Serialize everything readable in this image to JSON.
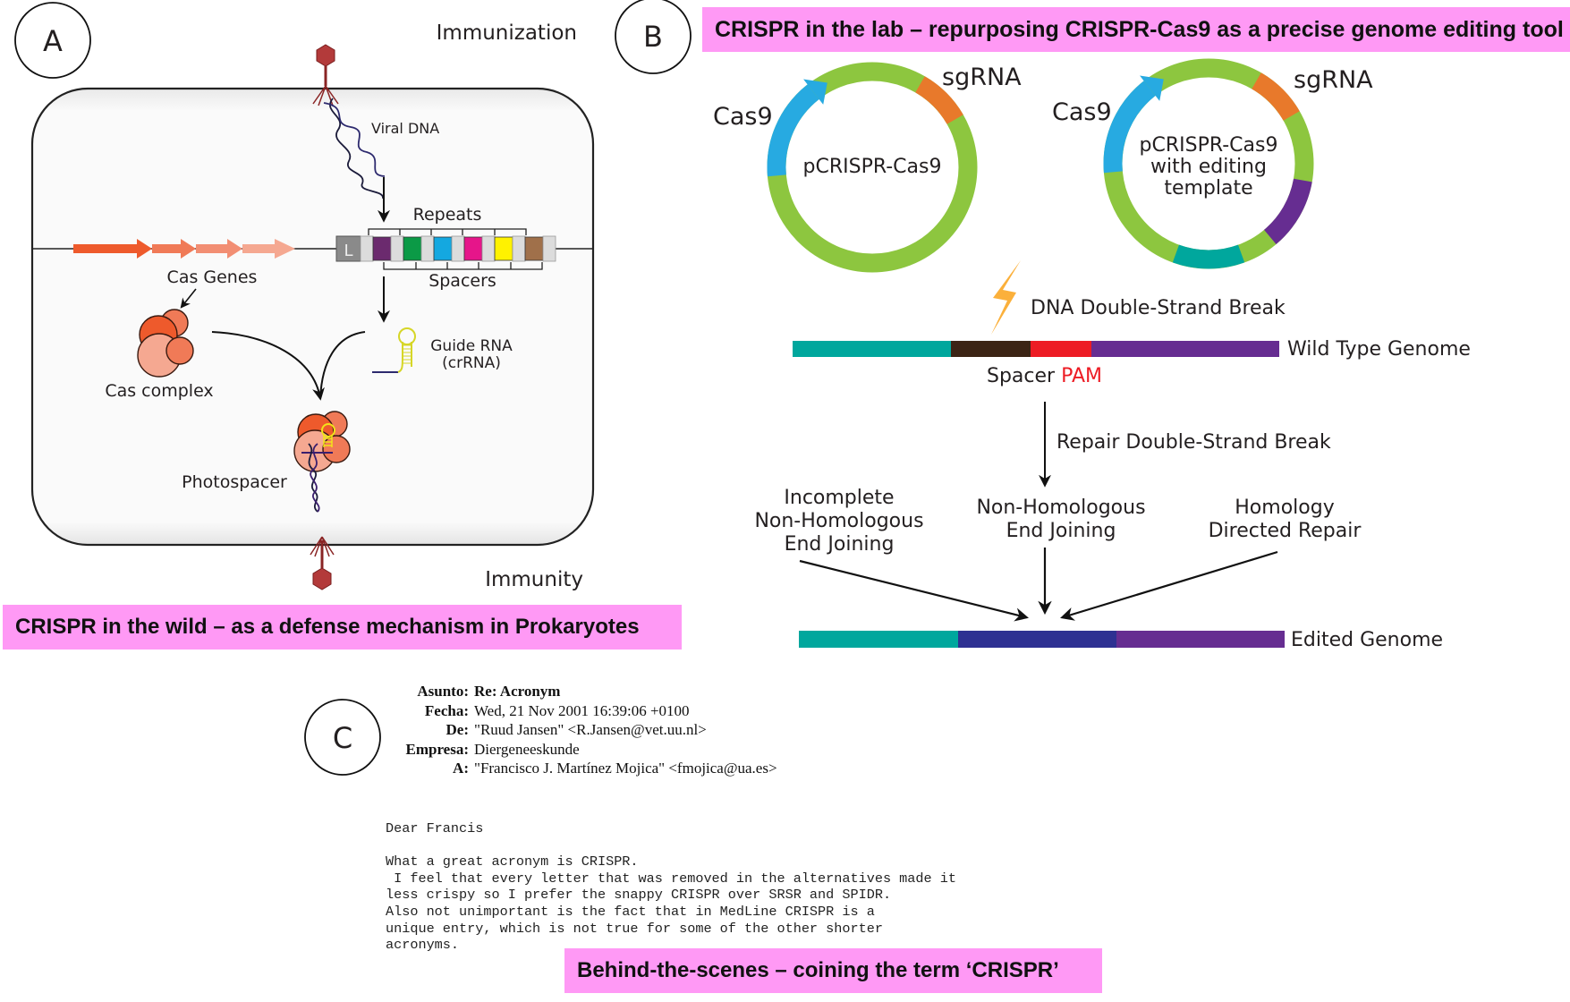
{
  "panel_a": {
    "badge": "A",
    "title_top": "Immunization",
    "title_bottom": "Immunity",
    "labels": {
      "viral_dna": "Viral DNA",
      "repeats": "Repeats",
      "spacers": "Spacers",
      "leader": "L",
      "cas_genes": "Cas Genes",
      "cas_complex": "Cas complex",
      "guide_rna_1": "Guide RNA",
      "guide_rna_2": "(crRNA)",
      "photospacer": "Photospacer"
    },
    "spacer_colors": [
      "#6b2a6e",
      "#0b9a46",
      "#14a8e0",
      "#e6158a",
      "#fff200",
      "#a0704a"
    ],
    "cas_gene_colors": [
      "#ee5a2c",
      "#f07a57",
      "#f28e73",
      "#f5a891"
    ],
    "banner": "CRISPR in the wild – as a defense mechanism in Prokaryotes"
  },
  "panel_b": {
    "badge": "B",
    "banner": "CRISPR in the lab – repurposing CRISPR-Cas9 as a precise genome editing tool",
    "plasmid_1": {
      "name": "pCRISPR-Cas9",
      "cas9_label": "Cas9",
      "sgrna_label": "sgRNA"
    },
    "plasmid_2": {
      "name_lines": [
        "pCRISPR-Cas9",
        "with editing",
        "template"
      ],
      "cas9_label": "Cas9",
      "sgrna_label": "sgRNA"
    },
    "break_label": "DNA Double-Strand Break",
    "wild_type_label": "Wild Type Genome",
    "spacer_label": "Spacer",
    "pam_label": "PAM",
    "repair_label": "Repair Double-Strand Break",
    "pathways": [
      {
        "lines": [
          "Incomplete",
          "Non-Homologous",
          "End Joining"
        ]
      },
      {
        "lines": [
          "Non-Homologous",
          "End Joining"
        ]
      },
      {
        "lines": [
          "Homology",
          "Directed Repair"
        ]
      }
    ],
    "edited_label": "Edited Genome",
    "colors": {
      "green": "#8dc63f",
      "blue": "#27aae1",
      "orange": "#e8792b",
      "teal": "#00a79d",
      "purple": "#662d91",
      "brown": "#3c2415",
      "red": "#ed1c24",
      "navy": "#2e3192",
      "bolt": "#fbb03b"
    }
  },
  "panel_c": {
    "badge": "C",
    "email_headers": [
      {
        "key": "Asunto:",
        "value": "Re: Acronym",
        "bold_value": true
      },
      {
        "key": "Fecha:",
        "value": "Wed, 21 Nov 2001 16:39:06 +0100"
      },
      {
        "key": "De:",
        "value": "\"Ruud Jansen\" <R.Jansen@vet.uu.nl>"
      },
      {
        "key": "Empresa:",
        "value": "Diergeneeskunde"
      },
      {
        "key": "A:",
        "value": "\"Francisco J. Martínez Mojica\" <fmojica@ua.es>"
      }
    ],
    "email_body": "Dear Francis\n\nWhat a great acronym is CRISPR.\n I feel that every letter that was removed in the alternatives made it\nless crispy so I prefer the snappy CRISPR over SRSR and SPIDR.\nAlso not unimportant is the fact that in MedLine CRISPR is a\nunique entry, which is not true for some of the other shorter\nacronyms.",
    "banner": "Behind-the-scenes – coining the term ‘CRISPR’"
  }
}
